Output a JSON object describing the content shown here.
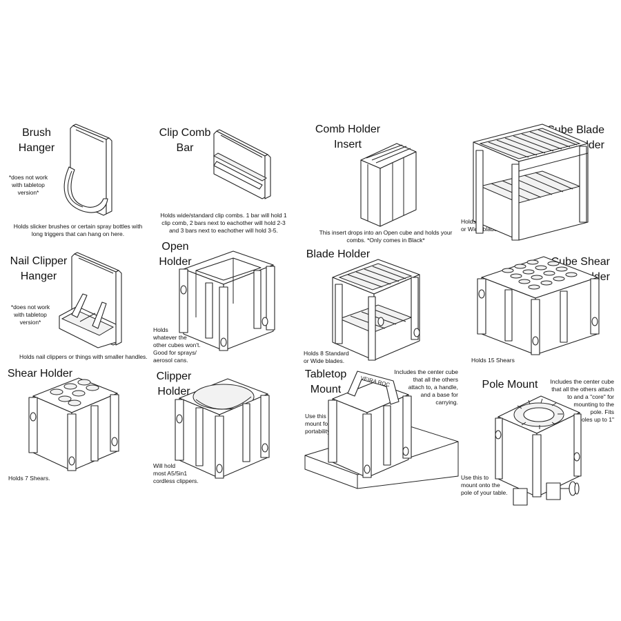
{
  "items": {
    "brush_hanger": {
      "title": [
        "Brush",
        "Hanger"
      ],
      "caveat": [
        "*does not work",
        "with tabletop",
        "version*"
      ],
      "description": [
        "Holds slicker brushes or certain spray bottles with",
        "long triggers that can hang on here."
      ]
    },
    "clip_comb_bar": {
      "title": [
        "Clip Comb",
        "Bar"
      ],
      "description": [
        "Holds wide/standard clip combs. 1 bar will hold 1",
        "clip comb, 2 bars next to eachother will hold 2-3",
        "and 3 bars next to eachother will hold 3-5."
      ]
    },
    "comb_holder_insert": {
      "title": [
        "Comb Holder",
        "Insert"
      ],
      "description": [
        "This insert drops into an Open cube and holds your",
        "combs. *Only comes in Black*"
      ]
    },
    "two_cube_blade_holder": {
      "title": [
        "2 Cube Blade",
        "Holder"
      ],
      "description": [
        "Holds 18 Standard",
        "or Wide blades"
      ]
    },
    "nail_clipper_hanger": {
      "title": [
        "Nail Clipper",
        "Hanger"
      ],
      "caveat": [
        "*does not work",
        "with tabletop",
        "version*"
      ],
      "description": [
        "Holds nail clippers or things with smaller handles."
      ]
    },
    "open_holder": {
      "title": [
        "Open",
        "Holder"
      ],
      "description": [
        "Holds",
        "whatever the",
        "other cubes won't.",
        "Good for sprays/",
        "aerosol cans."
      ]
    },
    "blade_holder": {
      "title": [
        "Blade Holder"
      ],
      "description": [
        "Holds 8 Standard",
        "or Wide blades."
      ]
    },
    "two_cube_shear_holder": {
      "title": [
        "2 Cube Shear",
        "Holder"
      ],
      "description": [
        "Holds 15 Shears"
      ]
    },
    "shear_holder": {
      "title": [
        "Shear Holder"
      ],
      "description": [
        "Holds 7 Shears."
      ]
    },
    "clipper_holder": {
      "title": [
        "Clipper",
        "Holder"
      ],
      "description": [
        "Will hold",
        "most A5/5in1",
        "cordless clippers."
      ]
    },
    "tabletop_mount": {
      "title": [
        "Tabletop",
        "Mount"
      ],
      "note_left": [
        "Use this",
        "mount for",
        "portability."
      ],
      "note_right": [
        "Includes the center cube",
        "that all the others",
        "attach to, a handle,",
        "and a base for",
        "carrying."
      ],
      "handle_text": "VEIRA ROC"
    },
    "pole_mount": {
      "title": [
        "Pole Mount"
      ],
      "note_left": [
        "Use this to",
        "mount onto the",
        "pole of your table."
      ],
      "note_right": [
        "Includes the center cube",
        "that all the others attach",
        "to and a \"core\" for",
        "mounting to the",
        "pole. Fits",
        "poles up to 1\""
      ]
    }
  }
}
